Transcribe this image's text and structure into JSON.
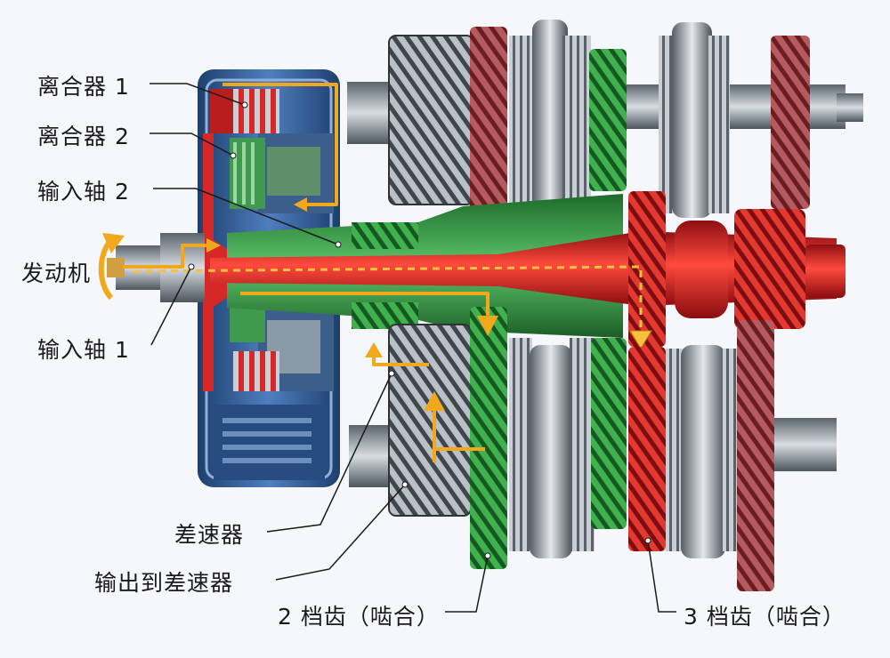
{
  "labels": {
    "clutch1": "离合器 1",
    "clutch2": "离合器 2",
    "input_shaft2": "输入轴 2",
    "engine": "发动机",
    "input_shaft1": "输入轴 1",
    "differential": "差速器",
    "output_to_diff": "输出到差速器",
    "gear2": "2 档齿（啮合）",
    "gear3": "3 档齿（啮合）"
  },
  "colors": {
    "background": "#f5f7fa",
    "power_path_red": "#d62828",
    "shaft_green": "#2e9e3e",
    "flow_arrow_yellow": "#f2a81d",
    "steel_gray": "#9aa3ab",
    "housing_blue": "#2f5f9e"
  }
}
